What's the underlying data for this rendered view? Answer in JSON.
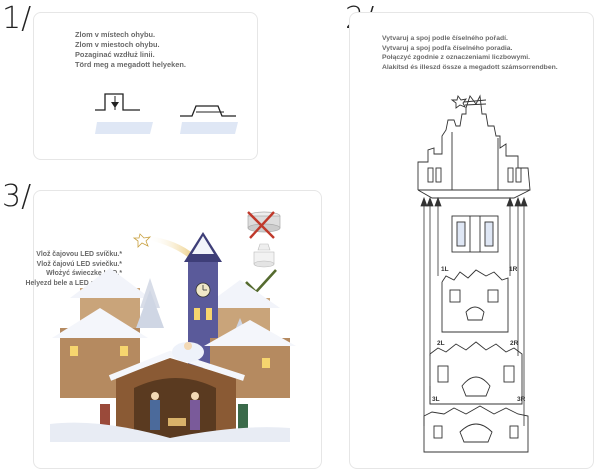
{
  "step1": {
    "number": "1/",
    "lines": [
      "Zlom v místech ohybu.",
      "Zlom v miestoch ohybu.",
      "Pozaginać wzdłuż linii.",
      "Törd meg a megadott helyeken."
    ],
    "icons": [
      "fold-valley-icon",
      "fold-mountain-icon"
    ]
  },
  "step2": {
    "number": "2/",
    "lines": [
      "Vytvaruj a spoj podle číselného pořadí.",
      "Vytvaruj a spoj podľa číselného poradia.",
      "Połączyć zgodnie z oznaczeniami liczbowymi.",
      "Alakítsd és illeszd össze a megadott számsorrendben."
    ],
    "part_labels": {
      "p1l": "1L",
      "p1r": "1R",
      "p2l": "2L",
      "p2r": "2R",
      "p3l": "3L",
      "p3r": "3R"
    }
  },
  "step3": {
    "number": "3/",
    "lines": [
      "Vlož čajovou LED svíčku.*",
      "Vlož čajovú LED sviečku.*",
      "Włożyć świeczkę LED.*",
      "Helyezd bele a LED gyertyát.*"
    ],
    "icons": [
      "tealight-candle-icon",
      "cross-mark-icon",
      "led-candle-icon",
      "check-mark-icon"
    ]
  },
  "colors": {
    "panel_border": "#e6e6e6",
    "text": "#6a6a6a",
    "cross": "#c0392b",
    "check": "#556b2f",
    "fold_blue": "#dfe7f5"
  }
}
